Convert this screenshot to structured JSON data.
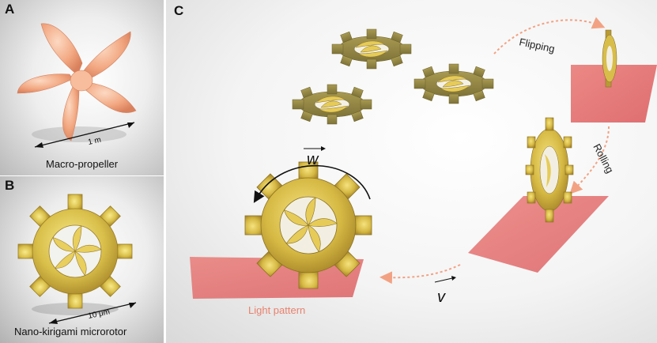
{
  "panels": {
    "a": {
      "letter": "A",
      "caption": "Macro-propeller",
      "scale": "1 m"
    },
    "b": {
      "letter": "B",
      "caption": "Nano-kirigami microrotor",
      "scale": "10 μm"
    },
    "c": {
      "letter": "C",
      "flipping": "Flipping",
      "rolling": "Rolling",
      "omega": "w",
      "velocity": "v",
      "light_pattern": "Light pattern"
    }
  },
  "colors": {
    "propeller": "#f2a882",
    "gold": "#c9b24a",
    "light_pad": "#e46e6e",
    "path_arrow": "#f2a283",
    "light_label": "#e8826e"
  }
}
